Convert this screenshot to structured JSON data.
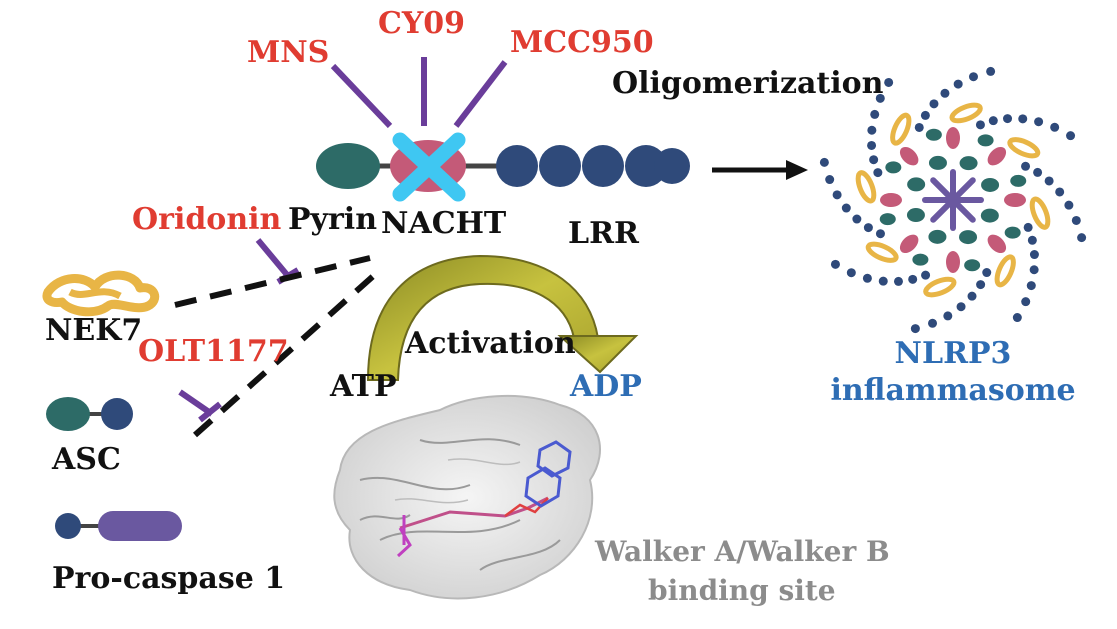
{
  "inhibitors": {
    "mns": "MNS",
    "cy09": "CY09",
    "mcc950": "MCC950",
    "oridonin": "Oridonin",
    "olt1177": "OLT1177"
  },
  "domains": {
    "pyrin": "Pyrin",
    "nacht": "NACHT",
    "lrr": "LRR"
  },
  "process": {
    "oligomerization": "Oligomerization",
    "activation": "Activation",
    "atp": "ATP",
    "adp": "ADP"
  },
  "components": {
    "nek7": "NEK7",
    "asc": "ASC",
    "procaspase": "Pro-caspase 1"
  },
  "inflammasome": {
    "line1": "NLRP3",
    "line2": "inflammasome"
  },
  "binding_site": {
    "line1": "Walker A/Walker B",
    "line2": "binding site"
  },
  "colors": {
    "inhibitor_red": "#e03c31",
    "inhibitor_line": "#6a3d9a",
    "pyrin_teal": "#2d6b67",
    "lrr_navy": "#2f4a7a",
    "nacht_pink": "#c45a78",
    "cross_cyan": "#3fc7f2",
    "nek7_gold": "#e8b546",
    "procaspase_purple": "#6a58a0",
    "arrow_olive": "#a8a332",
    "label_blue": "#2e6db4",
    "label_grey": "#8c8c8c"
  }
}
